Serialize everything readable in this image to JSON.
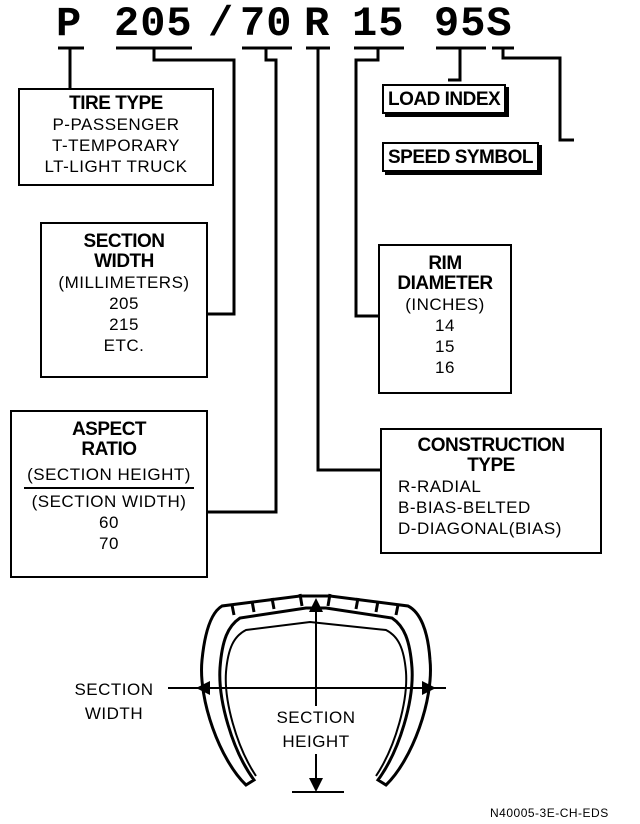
{
  "code": {
    "p": "P",
    "width": "205",
    "slash": "/",
    "ratio": "70",
    "r": "R",
    "rim": "15",
    "load_speed": "95S"
  },
  "tire_type": {
    "title": "TIRE TYPE",
    "lines": [
      "P-PASSENGER",
      "T-TEMPORARY",
      "LT-LIGHT TRUCK"
    ]
  },
  "section_width_box": {
    "title1": "SECTION",
    "title2": "WIDTH",
    "lines": [
      "(MILLIMETERS)",
      "205",
      "215",
      "ETC."
    ]
  },
  "aspect_ratio": {
    "title1": "ASPECT",
    "title2": "RATIO",
    "numerator": "(SECTION HEIGHT)",
    "denominator": "(SECTION WIDTH)",
    "lines": [
      "60",
      "70"
    ]
  },
  "load_index": "LOAD INDEX",
  "speed_symbol": "SPEED SYMBOL",
  "rim_diameter": {
    "title1": "RIM",
    "title2": "DIAMETER",
    "lines": [
      "(INCHES)",
      "14",
      "15",
      "16"
    ]
  },
  "construction": {
    "title1": "CONSTRUCTION",
    "title2": "TYPE",
    "lines": [
      "R-RADIAL",
      "B-BIAS-BELTED",
      "D-DIAGONAL(BIAS)"
    ]
  },
  "diagram": {
    "section_width_1": "SECTION",
    "section_width_2": "WIDTH",
    "section_height_1": "SECTION",
    "section_height_2": "HEIGHT"
  },
  "caption": "N40005-3E-CH-EDS"
}
